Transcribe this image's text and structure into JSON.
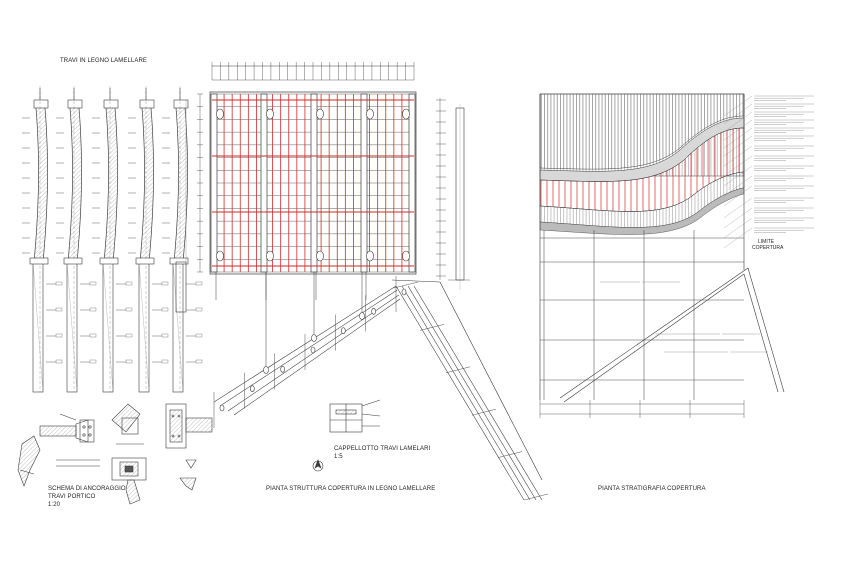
{
  "labels": {
    "beams_title": "TRAVI IN LEGNO LAMELLARE",
    "anchor_title": "SCHEMA DI ANCORAGGIO",
    "anchor_sub": "TRAVI PORTICO",
    "anchor_scale": "1:20",
    "plan_title": "PIANTA STRUTTURA COPERTURA IN LEGNO LAMELLARE",
    "cap_title": "CAPPELLOTTO TRAVI LAMELARI",
    "cap_scale": "1:5",
    "strat_title": "PIANTA STRATIGRAFIA COPERTURA",
    "limit_label": "LIMITE",
    "limit_sub": "COPERTURA"
  },
  "colors": {
    "line": "#3a3a3a",
    "light": "#8a8a8a",
    "accent": "#d22a2a",
    "hatch": "#9a9a9a",
    "paper": "#ffffff"
  },
  "icons": {
    "north": "north-arrow-icon",
    "section_marker": "section-marker-icon"
  }
}
